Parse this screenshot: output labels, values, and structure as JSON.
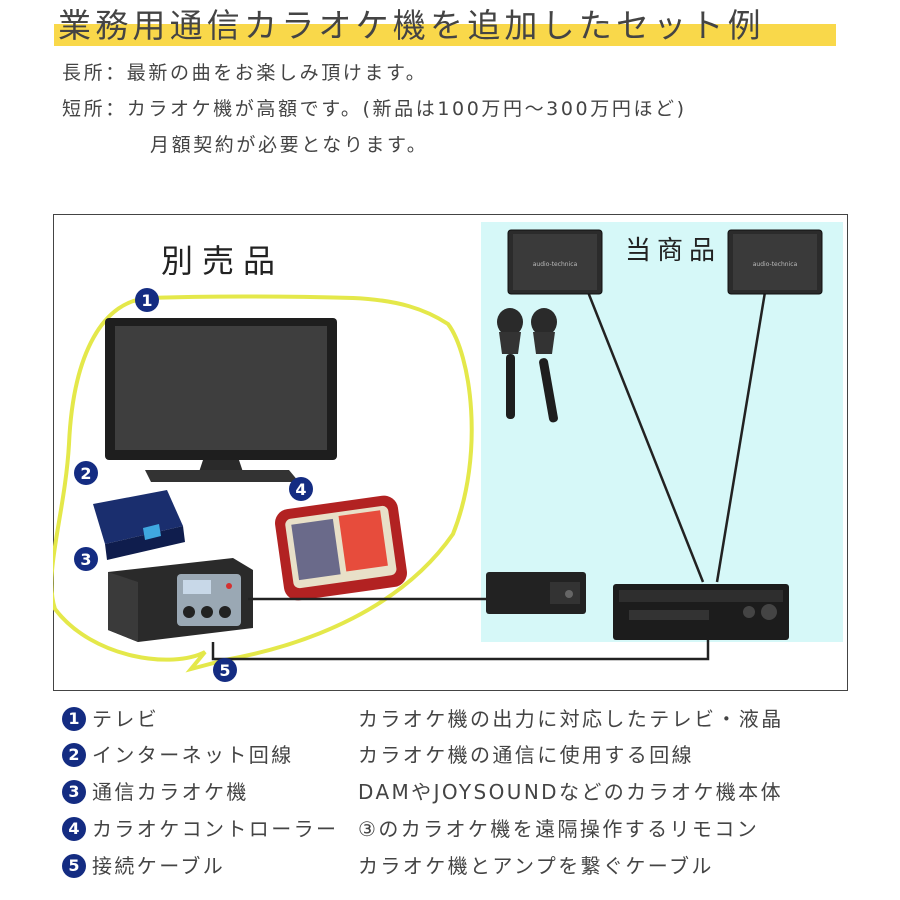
{
  "title": "業務用通信カラオケ機を追加したセット例",
  "pros": "長所：最新の曲をお楽しみ頂けます。",
  "cons": "短所：カラオケ機が高額です。(新品は100万円〜300万円ほど)",
  "cons_cont": "月額契約が必要となります。",
  "diagram": {
    "sold_separately": "別売品",
    "this_product": "当商品",
    "speaker_brand": "audio-technica"
  },
  "legend": [
    {
      "num": "1",
      "item": "テレビ",
      "desc": "カラオケ機の出力に対応したテレビ・液晶"
    },
    {
      "num": "2",
      "item": "インターネット回線",
      "desc": "カラオケ機の通信に使用する回線"
    },
    {
      "num": "3",
      "item": "通信カラオケ機",
      "desc": "DAMやJOYSOUNDなどのカラオケ機本体"
    },
    {
      "num": "4",
      "item": "カラオケコントローラー",
      "desc": "③のカラオケ機を遠隔操作するリモコン"
    },
    {
      "num": "5",
      "item": "接続ケーブル",
      "desc": "カラオケ機とアンプを繋ぐケーブル"
    }
  ],
  "colors": {
    "title_band": "#f9d84a",
    "badge": "#142c82",
    "product_area": "#d6f8f8",
    "yellow_loop": "#e4e84a"
  }
}
